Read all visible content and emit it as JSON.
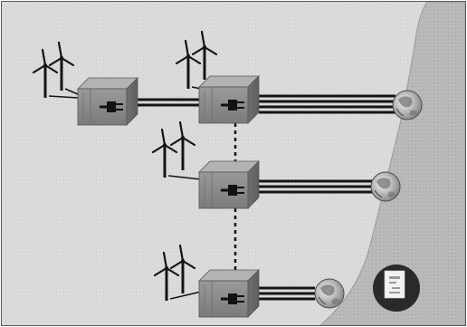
{
  "diagram": {
    "nodes": [
      {
        "id": "converter-1",
        "type": "converter-station",
        "turbine_count": 2
      },
      {
        "id": "converter-2",
        "type": "converter-station",
        "turbine_count": 2
      },
      {
        "id": "converter-3",
        "type": "converter-station",
        "turbine_count": 2
      },
      {
        "id": "converter-4",
        "type": "converter-station",
        "turbine_count": 2
      },
      {
        "id": "onshore-1",
        "type": "onshore-terminal"
      },
      {
        "id": "onshore-2",
        "type": "onshore-terminal"
      },
      {
        "id": "onshore-3",
        "type": "onshore-terminal"
      }
    ],
    "links": [
      {
        "from": "converter-1",
        "to": "converter-2",
        "style": "double-solid"
      },
      {
        "from": "converter-2",
        "to": "onshore-1",
        "style": "multi-solid"
      },
      {
        "from": "converter-3",
        "to": "onshore-2",
        "style": "multi-solid"
      },
      {
        "from": "converter-4",
        "to": "onshore-3",
        "style": "multi-solid"
      },
      {
        "from": "converter-2",
        "to": "converter-3",
        "style": "dashed"
      },
      {
        "from": "converter-3",
        "to": "converter-4",
        "style": "dashed"
      }
    ],
    "shore_color": "#b9b9b9",
    "sea_color": "#dedede",
    "cable_color": "#151515",
    "badge": {
      "icon": "document-icon",
      "color": "#2a2a2a"
    }
  }
}
